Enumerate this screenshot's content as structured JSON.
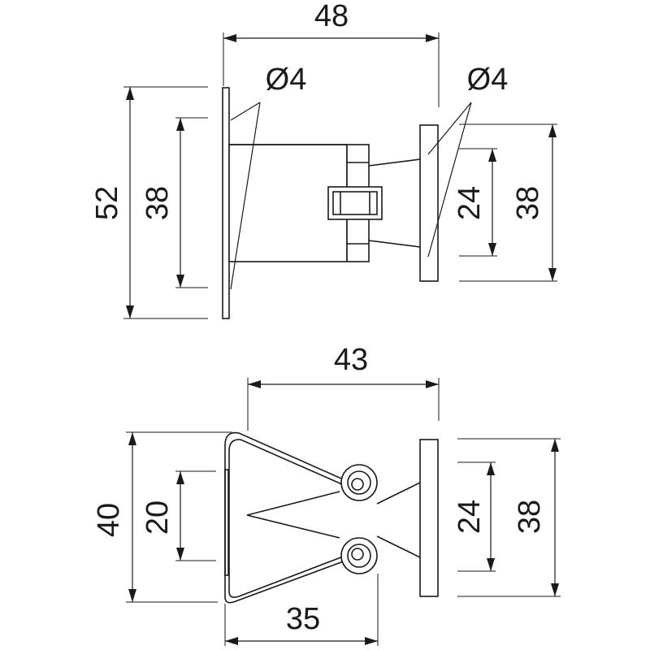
{
  "top_view": {
    "width_overall": "48",
    "height_overall": "52",
    "height_inner": "38",
    "hole_left": "Ø4",
    "hole_right": "Ø4",
    "plate_inner": "24",
    "plate_outer": "38"
  },
  "bottom_view": {
    "width_overall": "43",
    "height_overall": "40",
    "height_inner": "20",
    "base_width": "35",
    "plate_inner": "24",
    "plate_outer": "38"
  }
}
